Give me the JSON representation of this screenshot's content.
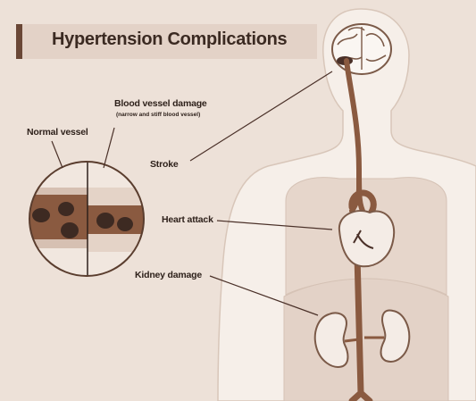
{
  "title": "Hypertension Complications",
  "labels": {
    "normal_vessel": "Normal vessel",
    "damaged_vessel": "Blood vessel damage",
    "damaged_vessel_sub": "(narrow and stiff blood vessel)",
    "stroke": "Stroke",
    "heart_attack": "Heart attack",
    "kidney_damage": "Kidney damage"
  },
  "colors": {
    "background": "#ede1d8",
    "body_fill": "#f6efe9",
    "organ_fill": "#dcc8bb",
    "vessel_wall": "#e9dacd",
    "blood": "#8a5a40",
    "cell": "#3d2a22",
    "line": "#5a3d2e"
  }
}
